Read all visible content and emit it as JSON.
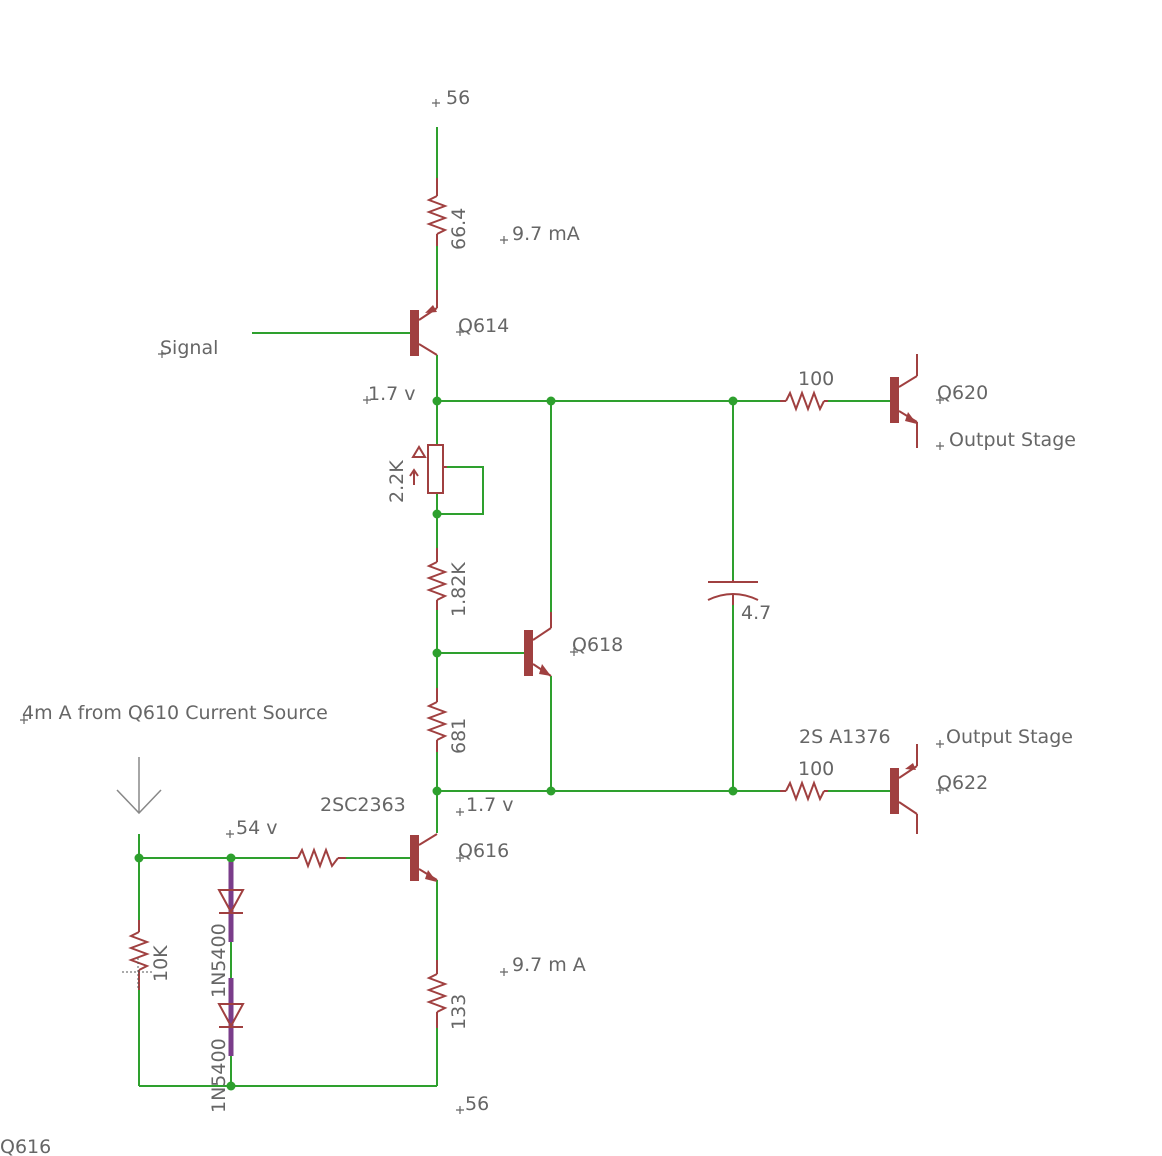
{
  "labels": {
    "top_supply": "56",
    "r_top": "66.4",
    "current_top": "9.7 mA",
    "q614": "Q614",
    "signal": "Signal",
    "volt_top": "1.7 v",
    "r_100_top": "100",
    "q620": "Q620",
    "output_stage_top": "Output Stage",
    "pot": "2.2K",
    "r_182k": "1.82K",
    "cap": "4.7",
    "q618": "Q618",
    "current_source": "4m A from Q610 Current Source",
    "r_681": "681",
    "part_2sa1376": "2S A1376",
    "output_stage_bottom": "Output Stage",
    "r_100_bottom": "100",
    "q622": "Q622",
    "part_2sc2363": "2SC2363",
    "volt_bottom": "1.7 v",
    "volt_54": "54 v",
    "q616": "Q616",
    "diode_top": "1N5400",
    "r_10k": "10K",
    "current_bottom": "9.7 m A",
    "r_133": "133",
    "diode_bottom": "1N5400",
    "bottom_supply": "56",
    "corner_label": "Q616"
  }
}
